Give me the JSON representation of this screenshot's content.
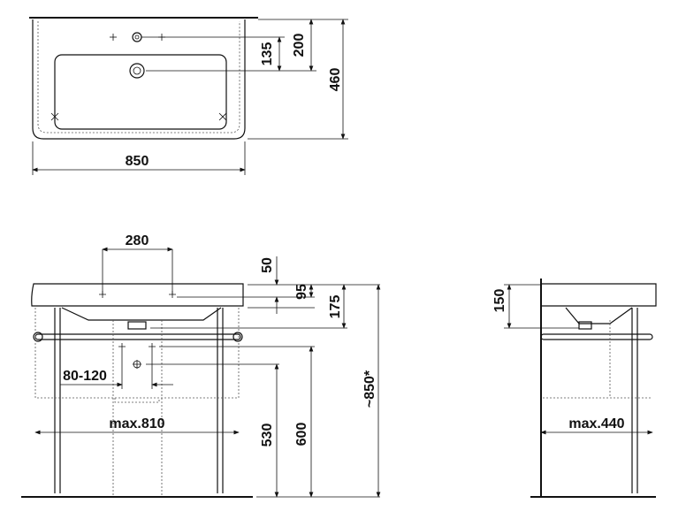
{
  "top_view": {
    "width": "850",
    "depth": "460",
    "tap_to_drain": "135",
    "edge_to_drain": "200"
  },
  "front_view": {
    "tap_spacing": "280",
    "tap_offset": "50",
    "tap_height": "95",
    "drain_height": "175",
    "total_height": "~850*",
    "supply_height": "600",
    "waste_height": "530",
    "supply_spacing": "80-120",
    "max_width": "max.810"
  },
  "side_view": {
    "basin_depth": "150",
    "max_depth": "max.440"
  }
}
